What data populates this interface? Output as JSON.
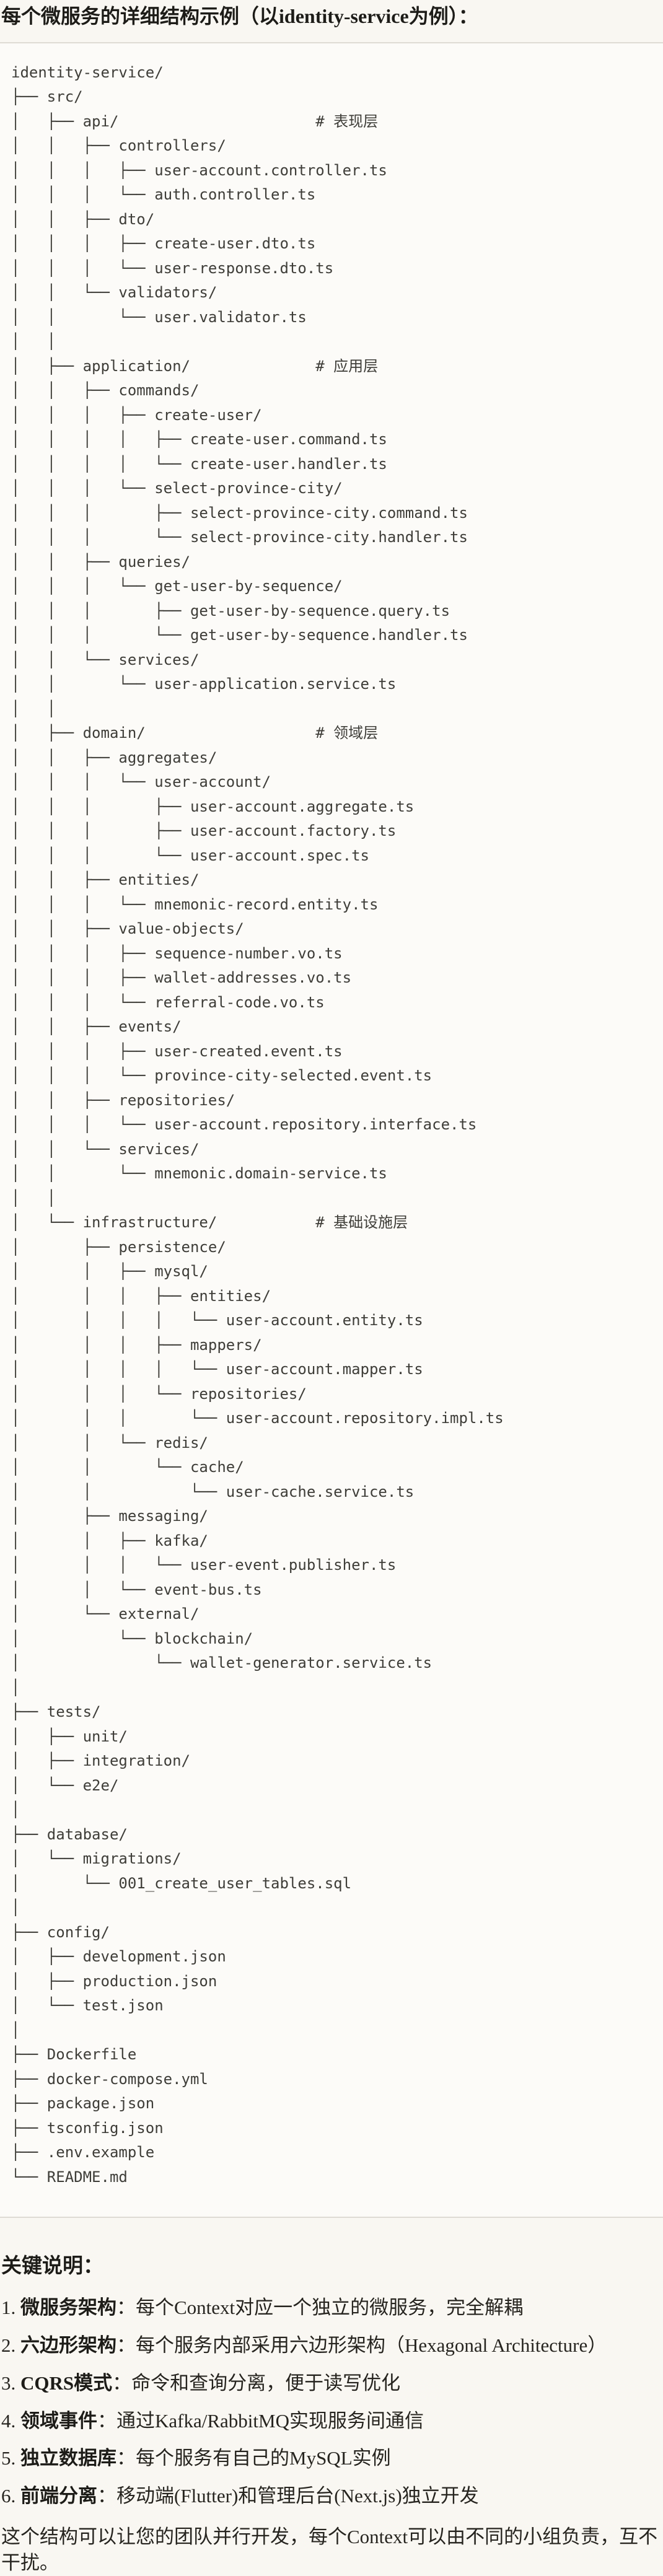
{
  "page": {
    "title": "每个微服务的详细结构示例（以identity-service为例）："
  },
  "colors": {
    "page_background": "#F9F7F2",
    "code_background": "#FCFBF8",
    "code_border": "#DEDBD4",
    "code_text": "#3E3D38",
    "heading_text": "#1D1C18"
  },
  "tree": {
    "lines": [
      "identity-service/",
      "├── src/",
      "│   ├── api/                      # 表现层",
      "│   │   ├── controllers/",
      "│   │   │   ├── user-account.controller.ts",
      "│   │   │   └── auth.controller.ts",
      "│   │   ├── dto/",
      "│   │   │   ├── create-user.dto.ts",
      "│   │   │   └── user-response.dto.ts",
      "│   │   └── validators/",
      "│   │       └── user.validator.ts",
      "│   │",
      "│   ├── application/              # 应用层",
      "│   │   ├── commands/",
      "│   │   │   ├── create-user/",
      "│   │   │   │   ├── create-user.command.ts",
      "│   │   │   │   └── create-user.handler.ts",
      "│   │   │   └── select-province-city/",
      "│   │   │       ├── select-province-city.command.ts",
      "│   │   │       └── select-province-city.handler.ts",
      "│   │   ├── queries/",
      "│   │   │   └── get-user-by-sequence/",
      "│   │   │       ├── get-user-by-sequence.query.ts",
      "│   │   │       └── get-user-by-sequence.handler.ts",
      "│   │   └── services/",
      "│   │       └── user-application.service.ts",
      "│   │",
      "│   ├── domain/                   # 领域层",
      "│   │   ├── aggregates/",
      "│   │   │   └── user-account/",
      "│   │   │       ├── user-account.aggregate.ts",
      "│   │   │       ├── user-account.factory.ts",
      "│   │   │       └── user-account.spec.ts",
      "│   │   ├── entities/",
      "│   │   │   └── mnemonic-record.entity.ts",
      "│   │   ├── value-objects/",
      "│   │   │   ├── sequence-number.vo.ts",
      "│   │   │   ├── wallet-addresses.vo.ts",
      "│   │   │   └── referral-code.vo.ts",
      "│   │   ├── events/",
      "│   │   │   ├── user-created.event.ts",
      "│   │   │   └── province-city-selected.event.ts",
      "│   │   ├── repositories/",
      "│   │   │   └── user-account.repository.interface.ts",
      "│   │   └── services/",
      "│   │       └── mnemonic.domain-service.ts",
      "│   │",
      "│   └── infrastructure/           # 基础设施层",
      "│       ├── persistence/",
      "│       │   ├── mysql/",
      "│       │   │   ├── entities/",
      "│       │   │   │   └── user-account.entity.ts",
      "│       │   │   ├── mappers/",
      "│       │   │   │   └── user-account.mapper.ts",
      "│       │   │   └── repositories/",
      "│       │   │       └── user-account.repository.impl.ts",
      "│       │   └── redis/",
      "│       │       └── cache/",
      "│       │           └── user-cache.service.ts",
      "│       ├── messaging/",
      "│       │   ├── kafka/",
      "│       │   │   └── user-event.publisher.ts",
      "│       │   └── event-bus.ts",
      "│       └── external/",
      "│           └── blockchain/",
      "│               └── wallet-generator.service.ts",
      "│",
      "├── tests/",
      "│   ├── unit/",
      "│   ├── integration/",
      "│   └── e2e/",
      "│",
      "├── database/",
      "│   └── migrations/",
      "│       └── 001_create_user_tables.sql",
      "│",
      "├── config/",
      "│   ├── development.json",
      "│   ├── production.json",
      "│   └── test.json",
      "│",
      "├── Dockerfile",
      "├── docker-compose.yml",
      "├── package.json",
      "├── tsconfig.json",
      "├── .env.example",
      "└── README.md"
    ]
  },
  "notes": {
    "heading": "关键说明：",
    "items": [
      {
        "num": "1. ",
        "term": "微服务架构",
        "rest": "：每个Context对应一个独立的微服务，完全解耦"
      },
      {
        "num": "2. ",
        "term": "六边形架构",
        "rest": "：每个服务内部采用六边形架构（Hexagonal Architecture）"
      },
      {
        "num": "3. ",
        "term": "CQRS模式",
        "rest": "：命令和查询分离，便于读写优化"
      },
      {
        "num": "4. ",
        "term": "领域事件",
        "rest": "：通过Kafka/RabbitMQ实现服务间通信"
      },
      {
        "num": "5. ",
        "term": "独立数据库",
        "rest": "：每个服务有自己的MySQL实例"
      },
      {
        "num": "6. ",
        "term": "前端分离",
        "rest": "：移动端(Flutter)和管理后台(Next.js)独立开发"
      }
    ],
    "footer": "这个结构可以让您的团队并行开发，每个Context可以由不同的小组负责，互不干扰。"
  }
}
